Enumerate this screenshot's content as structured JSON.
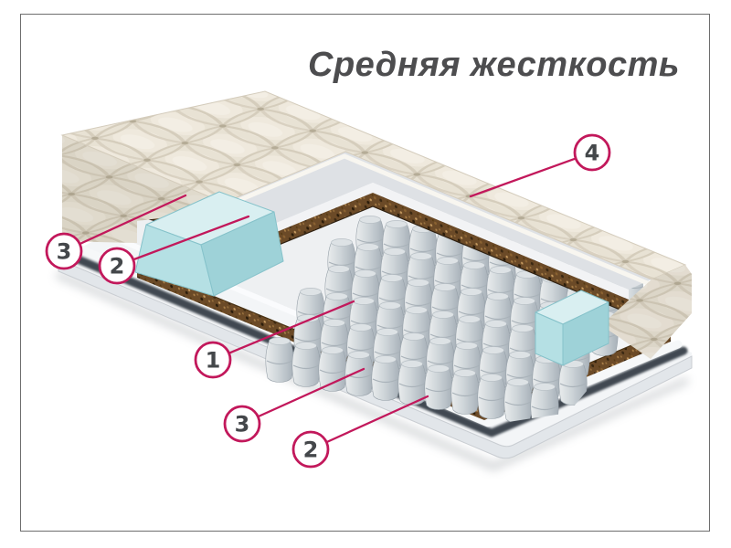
{
  "diagram": {
    "title": "Средняя жесткость",
    "subject": "mattress-cutaway"
  },
  "callouts": [
    {
      "id": "callout-3-top",
      "number": "3"
    },
    {
      "id": "callout-2-top",
      "number": "2"
    },
    {
      "id": "callout-4-right",
      "number": "4"
    },
    {
      "id": "callout-1-left",
      "number": "1"
    },
    {
      "id": "callout-3-bottom",
      "number": "3"
    },
    {
      "id": "callout-2-bottom",
      "number": "2"
    }
  ],
  "palette": {
    "accent": "#c2185b",
    "callout_number": "#44474a",
    "title_text": "#4d4d4f",
    "frame_border": "#6e6e6e",
    "quilt_fabric": "#e8e2d4",
    "felt_layer": "#dee1e5",
    "coir_layer": "#6b4a27",
    "foam_block": "#b5e0e4",
    "spring_metal": "#c9d0d5",
    "base_tray": "#f3f5f7",
    "deep_shadow": "#212a35"
  }
}
